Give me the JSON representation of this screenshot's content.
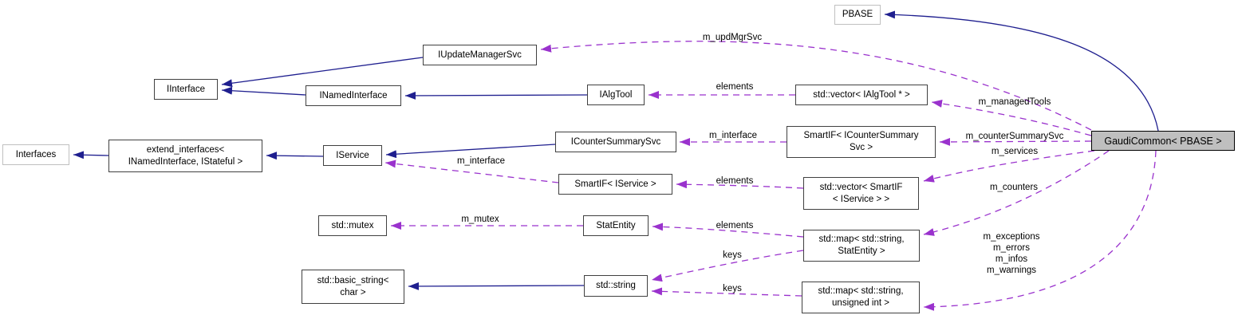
{
  "diagram": {
    "kind": "class-collaboration-graph",
    "main_class": "GaudiCommon< PBASE >",
    "colors": {
      "inheritance_edge": "#1f1f8f",
      "usage_edge": "#9a32cd",
      "node_border": "#404040",
      "external_node_border": "#c0c0c0",
      "main_node_fill": "#bfbfbf",
      "background": "#ffffff",
      "text": "#000000"
    }
  },
  "nodes": {
    "pbase": {
      "label": "PBASE"
    },
    "iupdatemanagersvc": {
      "label": "IUpdateManagerSvc"
    },
    "iinterface": {
      "label": "IInterface"
    },
    "inamedinterface": {
      "label": "INamedInterface"
    },
    "ialgtool": {
      "label": "IAlgTool"
    },
    "vector_ialgtool": {
      "label": "std::vector< IAlgTool * >"
    },
    "interfaces": {
      "label": "Interfaces"
    },
    "extend_interfaces": {
      "line1": "extend_interfaces<",
      "line2": "INamedInterface, IStateful >"
    },
    "iservice": {
      "label": "IService"
    },
    "icountersummarysvc": {
      "label": "ICounterSummarySvc"
    },
    "smartif_icountersummarysvc": {
      "line1": "SmartIF< ICounterSummary",
      "line2": "Svc >"
    },
    "gaudicommon": {
      "label": "GaudiCommon< PBASE >"
    },
    "smartif_iservice": {
      "label": "SmartIF< IService >"
    },
    "vector_smartif_iservice": {
      "line1": "std::vector< SmartIF",
      "line2": "< IService > >"
    },
    "std_mutex": {
      "label": "std::mutex"
    },
    "statentity": {
      "label": "StatEntity"
    },
    "map_string_statentity": {
      "line1": "std::map< std::string,",
      "line2": "StatEntity >"
    },
    "std_basic_string": {
      "line1": "std::basic_string<",
      "line2": "char >"
    },
    "std_string": {
      "label": "std::string"
    },
    "map_string_unsigned": {
      "line1": "std::map< std::string,",
      "line2": "unsigned int >"
    }
  },
  "edge_labels": {
    "m_updMgrSvc": "m_updMgrSvc",
    "elements_algtools": "elements",
    "m_managedTools": "m_managedTools",
    "m_interface_counter": "m_interface",
    "m_counterSummarySvc": "m_counterSummarySvc",
    "m_services": "m_services",
    "m_interface_service": "m_interface",
    "elements_services": "elements",
    "m_counters": "m_counters",
    "m_mutex": "m_mutex",
    "elements_counters": "elements",
    "keys_counters": "keys",
    "counter_group_line1": "m_exceptions",
    "counter_group_line2": "m_errors",
    "counter_group_line3": "m_infos",
    "counter_group_line4": "m_warnings",
    "keys_unsigned": "keys"
  }
}
